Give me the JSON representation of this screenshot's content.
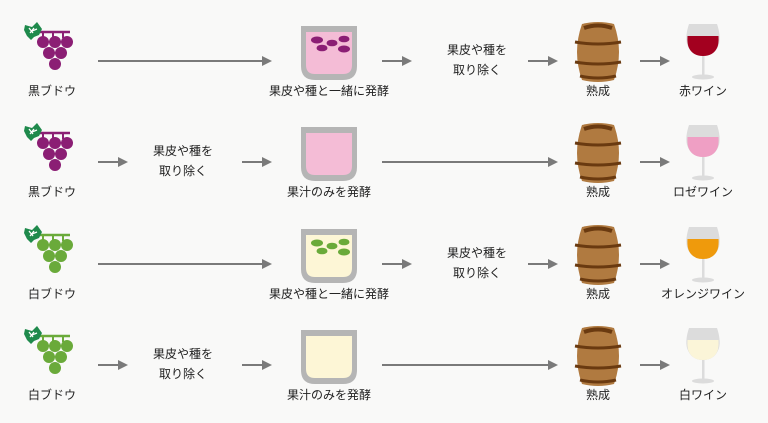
{
  "colors": {
    "black_grape": "#8b1e74",
    "white_grape": "#6aaa3a",
    "leaf": "#1f8a4c",
    "arrow": "#7a7a7a",
    "glass_rim": "#b5b5b5",
    "barrel": "#b07a40",
    "barrel_band": "#6a3a10"
  },
  "rows": [
    {
      "grape_label": "黒ブドウ",
      "grape_type": "black",
      "steps": {
        "pre_remove": "",
        "ferment": "果皮や種と一緒に発酵",
        "post_remove_line1": "果皮や種を",
        "post_remove_line2": "取り除く",
        "aging": "熟成",
        "wine": "赤ワイン"
      },
      "must_color": "#f4bcd6",
      "skin_color": "#8b1e74",
      "wine_color": "#a3001f"
    },
    {
      "grape_label": "黒ブドウ",
      "grape_type": "black",
      "steps": {
        "pre_remove_line1": "果皮や種を",
        "pre_remove_line2": "取り除く",
        "ferment": "果汁のみを発酵",
        "aging": "熟成",
        "wine": "ロゼワイン"
      },
      "must_color": "#f4bcd6",
      "wine_color": "#ef9fc4"
    },
    {
      "grape_label": "白ブドウ",
      "grape_type": "white",
      "steps": {
        "ferment": "果皮や種と一緒に発酵",
        "post_remove_line1": "果皮や種を",
        "post_remove_line2": "取り除く",
        "aging": "熟成",
        "wine": "オレンジワイン"
      },
      "must_color": "#fdf6d6",
      "skin_color": "#6aaa3a",
      "wine_color": "#ef9a0c"
    },
    {
      "grape_label": "白ブドウ",
      "grape_type": "white",
      "steps": {
        "pre_remove_line1": "果皮や種を",
        "pre_remove_line2": "取り除く",
        "ferment": "果汁のみを発酵",
        "aging": "熟成",
        "wine": "白ワイン"
      },
      "must_color": "#fdf6d6",
      "wine_color": "#fbf5d8"
    }
  ]
}
